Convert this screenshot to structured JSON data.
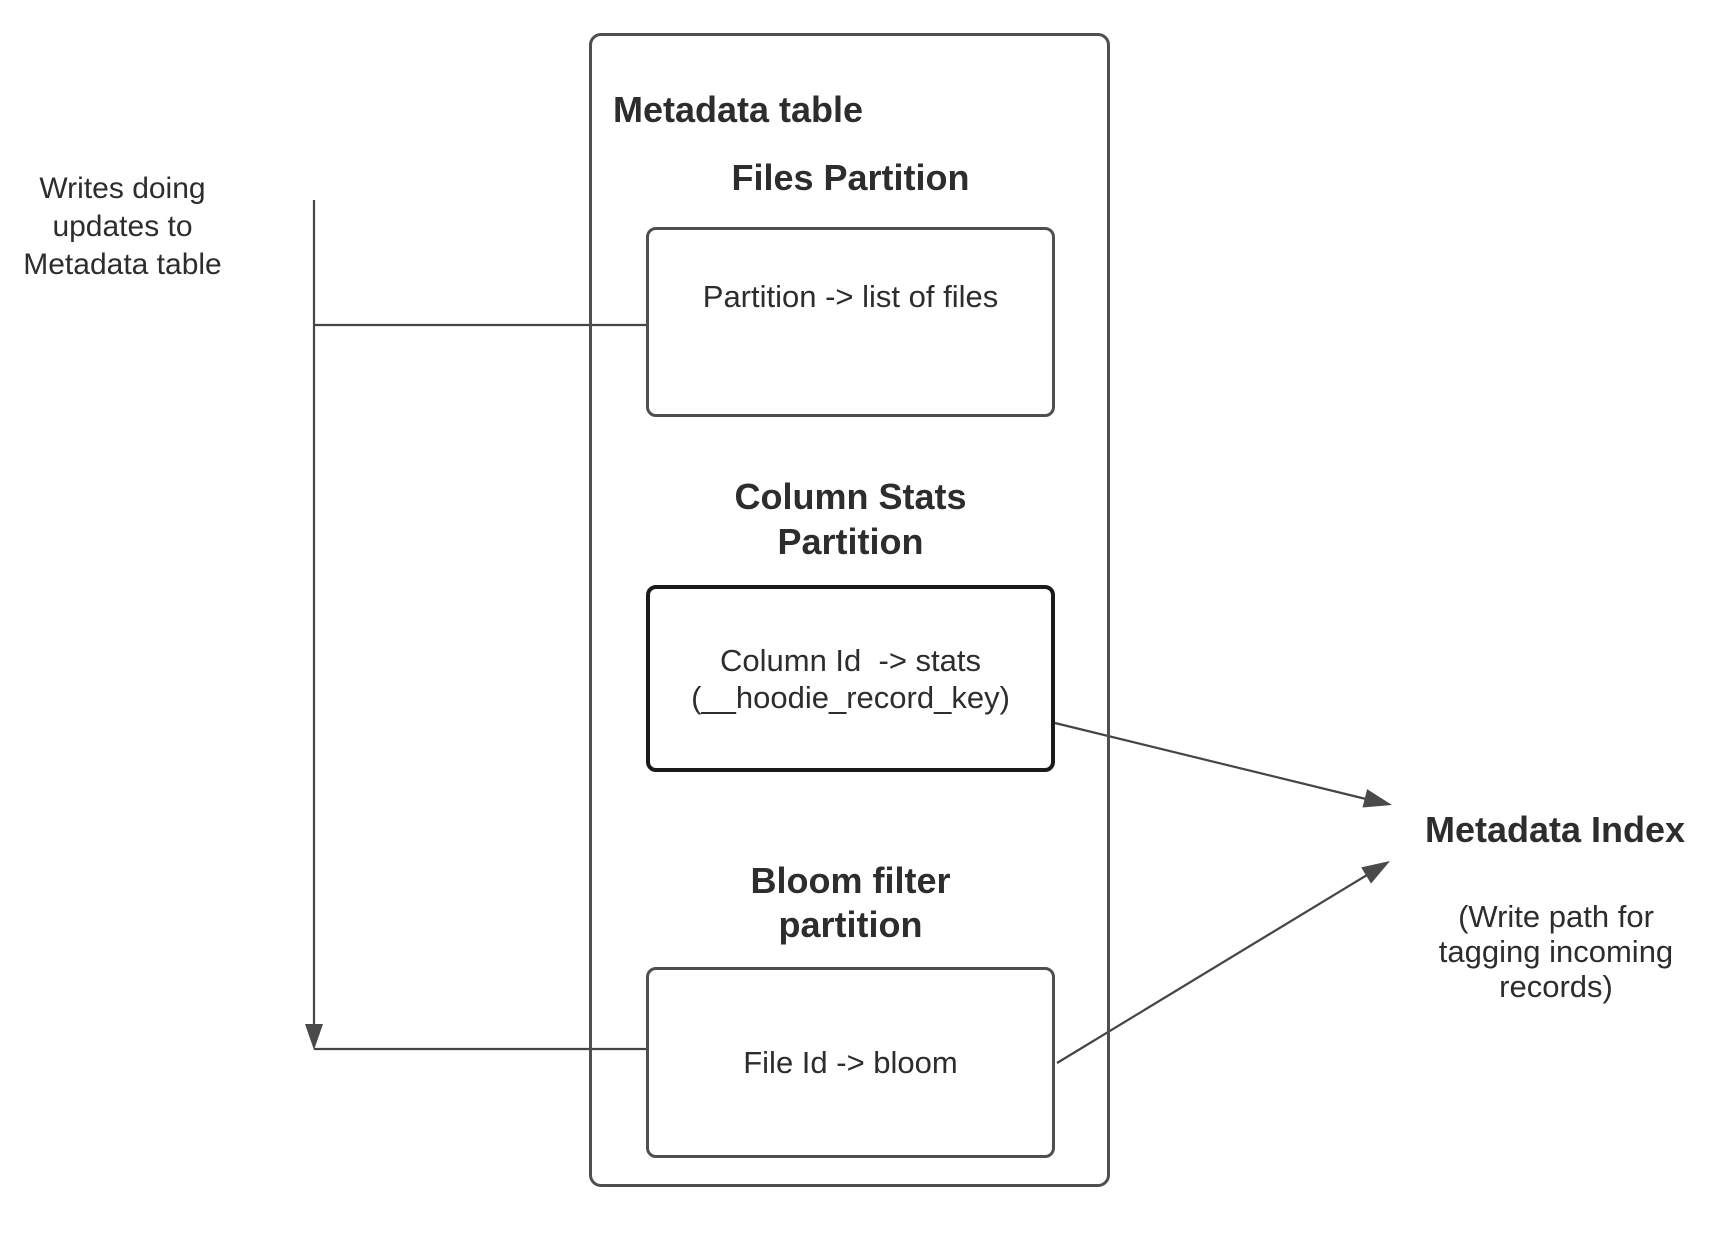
{
  "colors": {
    "line": "#454545",
    "border": "#4f4f4f",
    "stats_border": "#1a1a1a",
    "text": "#2d2d2d",
    "arrow": "#4a4a4a",
    "bg": "#ffffff"
  },
  "left_note": {
    "text": "Writes doing\nupdates to\nMetadata table"
  },
  "metadata_table": {
    "title": "Metadata table",
    "files_partition": {
      "heading": "Files Partition",
      "body": "Partition -> list of files"
    },
    "column_stats_partition": {
      "heading": "Column Stats\nPartition",
      "body": "Column Id  -> stats\n(__hoodie_record_key)"
    },
    "bloom_filter_partition": {
      "heading": "Bloom filter\npartition",
      "body": "File Id -> bloom"
    }
  },
  "metadata_index": {
    "title": "Metadata Index",
    "subtitle": "(Write path for\ntagging incoming\nrecords)"
  }
}
